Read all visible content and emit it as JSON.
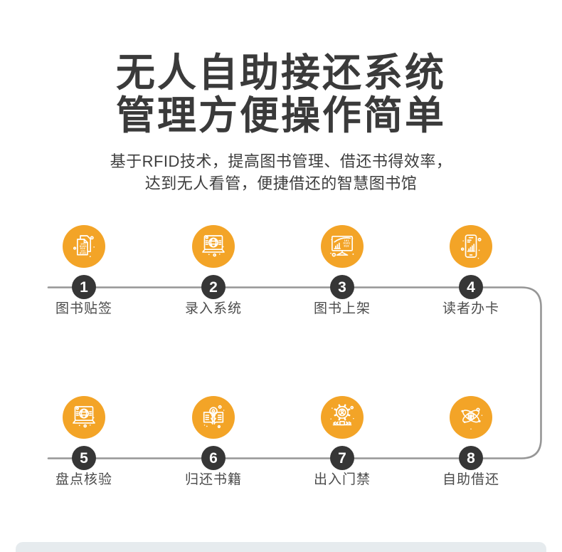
{
  "header": {
    "title_line1": "无人自助接还系统",
    "title_line2": "管理方便操作简单",
    "subtitle_line1": "基于RFID技术，提高图书管理、借还书得效率，",
    "subtitle_line2": "达到无人看管，便捷借还的智慧图书馆"
  },
  "flow": {
    "line_color": "#969696",
    "icon_circle_color": "#F3A427",
    "number_badge_color": "#363636",
    "steps": [
      {
        "number": "1",
        "label": "图书贴签",
        "icon": "binary-documents-icon",
        "icon_text": [
          "101",
          "0101",
          "010",
          "101",
          "0101"
        ]
      },
      {
        "number": "2",
        "label": "录入系统",
        "icon": "laptop-globe-icon"
      },
      {
        "number": "3",
        "label": "图书上架",
        "icon": "monitor-data-icon",
        "icon_text": [
          "101",
          "0101",
          "010"
        ]
      },
      {
        "number": "4",
        "label": "读者办卡",
        "icon": "phone-chart-icon"
      },
      {
        "number": "5",
        "label": "盘点核验",
        "icon": "laptop-globe-icon"
      },
      {
        "number": "6",
        "label": "归还书籍",
        "icon": "book-bulb-icon"
      },
      {
        "number": "7",
        "label": "出入门禁",
        "icon": "gear-person-icon"
      },
      {
        "number": "8",
        "label": "自助借还",
        "icon": "atom-orbit-book-icon"
      }
    ]
  }
}
